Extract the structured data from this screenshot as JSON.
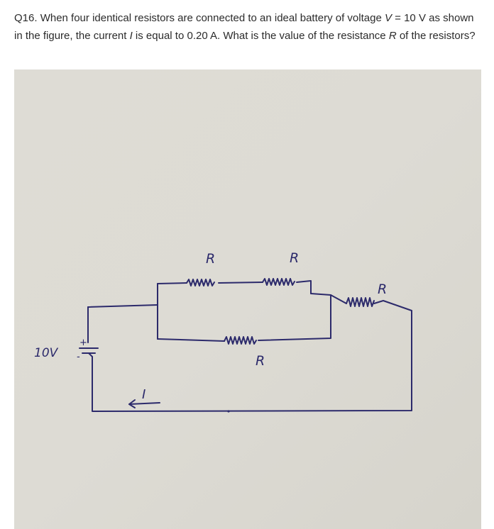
{
  "question": {
    "number": "Q16.",
    "text_part1": " When four identical resistors are connected to an ideal battery of voltage ",
    "voltage_symbol": "V",
    "text_part2": " = 10 V as shown in the figure, the current ",
    "current_symbol": "I",
    "text_part3": " is equal to 0.20 A. What is the value of the resistance ",
    "resistance_symbol": "R",
    "text_part4": " of the resistors?"
  },
  "figure": {
    "battery_label": "10V",
    "plus_sign": "+",
    "minus_sign": "-",
    "current_label": "I",
    "resistor_top_left_label": "R",
    "resistor_top_right_label": "R",
    "resistor_bottom_label": "R",
    "resistor_series_label": "R",
    "ink_color": "#2c2a6b",
    "paper_color": "#dcdad3"
  }
}
